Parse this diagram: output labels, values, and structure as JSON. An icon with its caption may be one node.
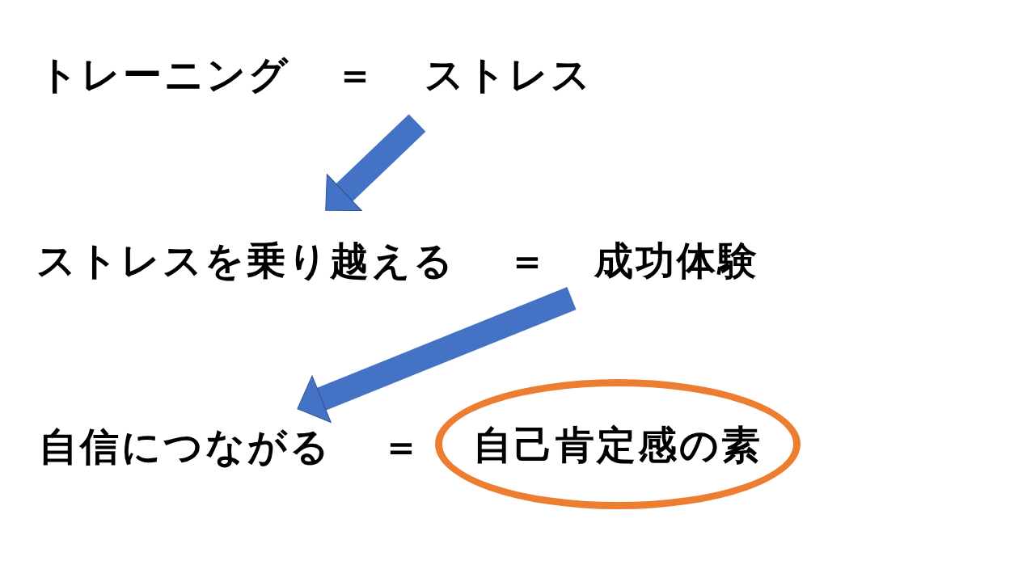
{
  "diagram": {
    "nodes": [
      {
        "text": [
          "トレーニング"
        ]
      },
      {
        "text": [
          "ストレス"
        ]
      },
      {
        "text": [
          "ストレスを乗り越える"
        ]
      },
      {
        "text": [
          "成功体験"
        ]
      },
      {
        "text": [
          "自信につながる"
        ]
      },
      {
        "text": [
          "自己肯定感の素"
        ]
      }
    ],
    "edges": [
      {
        "from": 1,
        "to": 2,
        "arrow": "to"
      },
      {
        "from": 3,
        "to": 4,
        "arrow": "to"
      }
    ],
    "labels": [
      "＝",
      "＝",
      "＝"
    ]
  }
}
